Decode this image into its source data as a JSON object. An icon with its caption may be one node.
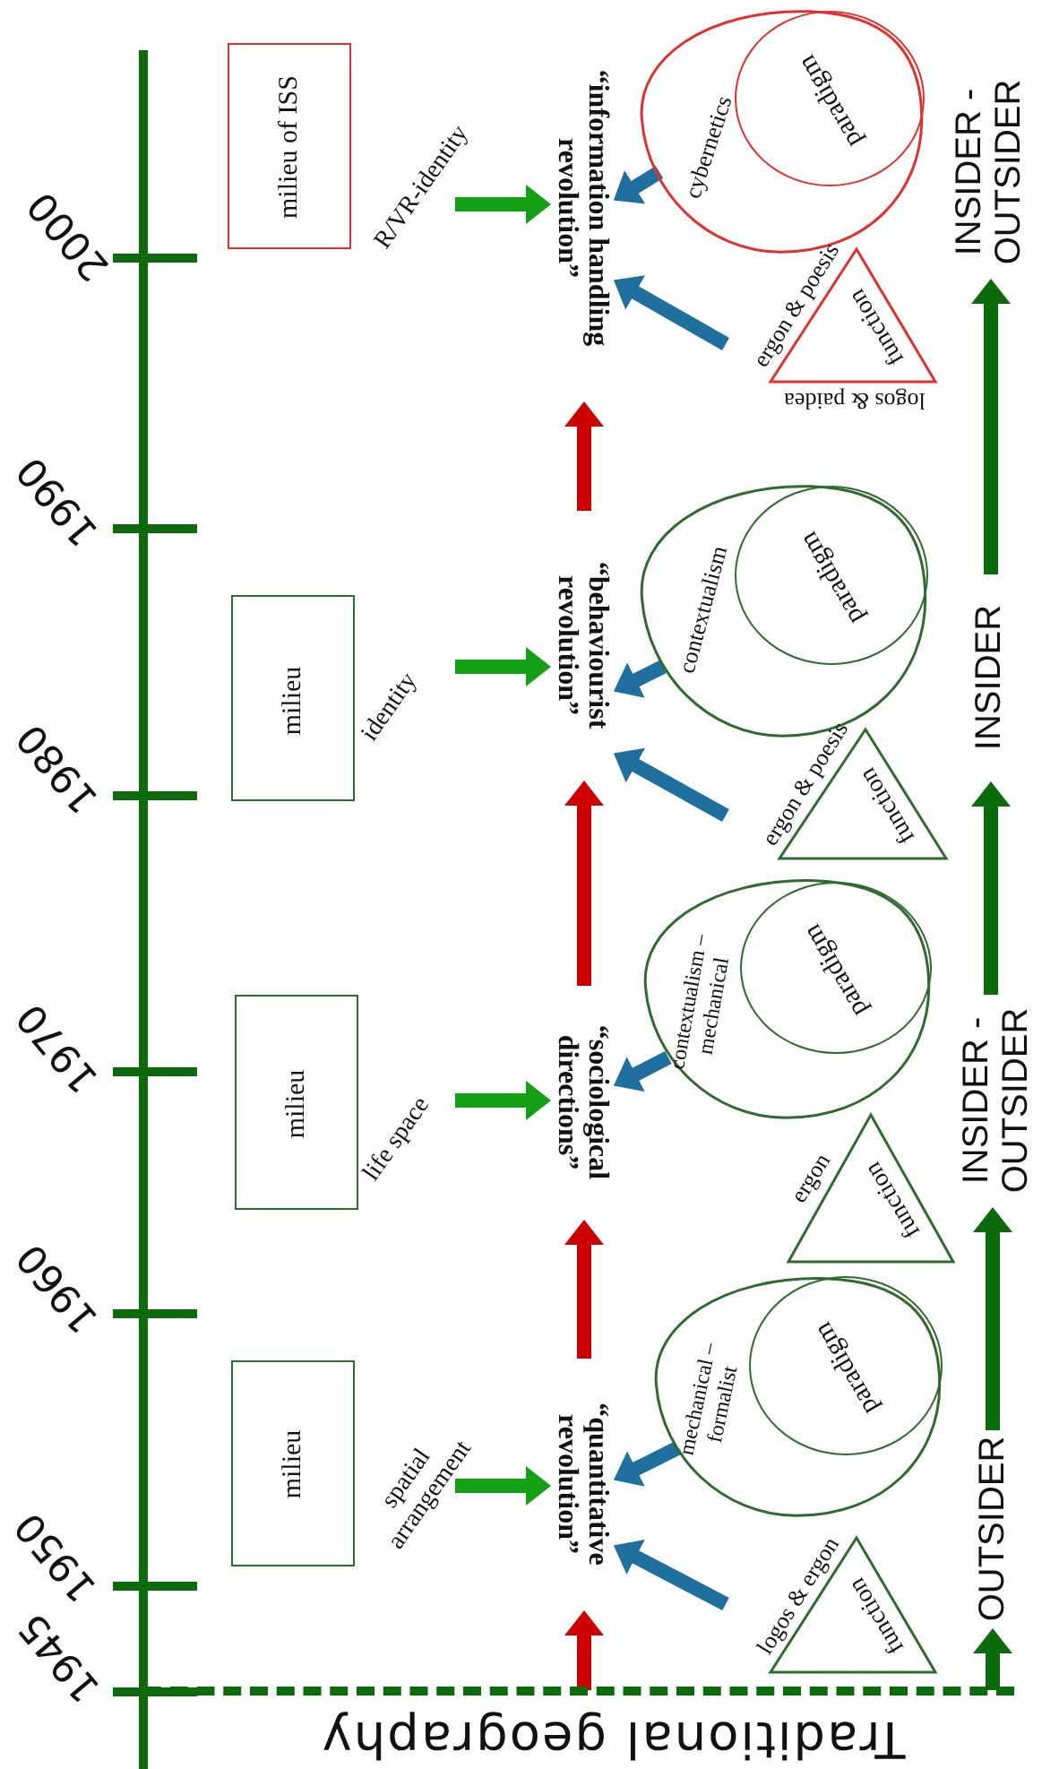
{
  "diagram": {
    "nodes": [
      {
        "text": [
          "milieu of ISS"
        ],
        "beside": [
          "R/VR-identity"
        ]
      },
      {
        "text": [
          "milieu"
        ],
        "beside": [
          "identity"
        ]
      },
      {
        "text": [
          "milieu"
        ],
        "beside": [
          "life space"
        ]
      },
      {
        "text": [
          "milieu"
        ],
        "beside": [
          "spatial arrangement"
        ]
      },
      {
        "text": [
          "“information handling revolution”"
        ]
      },
      {
        "text": [
          "“behaviourist revolution”"
        ]
      },
      {
        "text": [
          "“sociological directions”"
        ]
      },
      {
        "text": [
          "“quantitative revolution”"
        ]
      },
      {
        "text": [
          "cybernetics"
        ]
      },
      {
        "text": [
          "paradigm"
        ],
        "in": 8
      },
      {
        "text": [
          "function"
        ],
        "beside": [
          "ergon & poesis",
          "logos & paidea"
        ]
      },
      {
        "text": [
          "contextualism"
        ]
      },
      {
        "text": [
          "paradigm"
        ],
        "in": 11
      },
      {
        "text": [
          "function"
        ],
        "beside": [
          "ergon & poesis"
        ]
      },
      {
        "text": [
          "contextualism – mechanical"
        ]
      },
      {
        "text": [
          "paradigm"
        ],
        "in": 14
      },
      {
        "text": [
          "function"
        ],
        "beside": [
          "ergon"
        ]
      },
      {
        "text": [
          "mechanical – formalist"
        ]
      },
      {
        "text": [
          "paradigm"
        ],
        "in": 17
      },
      {
        "text": [
          "function"
        ],
        "beside": [
          "logos & ergon"
        ]
      },
      {
        "text": [
          "INSIDER - OUTSIDER"
        ]
      },
      {
        "text": [
          "INSIDER"
        ]
      },
      {
        "text": [
          "INSIDER - OUTSIDER"
        ]
      },
      {
        "text": [
          "OUTSIDER"
        ]
      },
      {
        "text": [
          "Traditional geography"
        ]
      }
    ],
    "edges": [
      {
        "from": 0,
        "to": 4,
        "arrow": "to",
        "color": "#14a014"
      },
      {
        "from": 1,
        "to": 5,
        "arrow": "to",
        "color": "#14a014"
      },
      {
        "from": 2,
        "to": 6,
        "arrow": "to",
        "color": "#14a014"
      },
      {
        "from": 3,
        "to": 7,
        "arrow": "to",
        "color": "#14a014"
      },
      {
        "from": 24,
        "to": 7,
        "arrow": "to",
        "color": "#cc0000"
      },
      {
        "from": 7,
        "to": 6,
        "arrow": "to",
        "color": "#cc0000"
      },
      {
        "from": 6,
        "to": 5,
        "arrow": "to",
        "color": "#cc0000"
      },
      {
        "from": 5,
        "to": 4,
        "arrow": "to",
        "color": "#cc0000"
      },
      {
        "from": 10,
        "to": 4,
        "arrow": "to",
        "color": "#1f6f9f"
      },
      {
        "from": 8,
        "to": 4,
        "arrow": "to",
        "color": "#1f6f9f"
      },
      {
        "from": 13,
        "to": 5,
        "arrow": "to",
        "color": "#1f6f9f"
      },
      {
        "from": 11,
        "to": 5,
        "arrow": "to",
        "color": "#1f6f9f"
      },
      {
        "from": 14,
        "to": 6,
        "arrow": "to",
        "color": "#1f6f9f"
      },
      {
        "from": 17,
        "to": 7,
        "arrow": "to",
        "color": "#1f6f9f"
      },
      {
        "from": 19,
        "to": 7,
        "arrow": "to",
        "color": "#1f6f9f"
      },
      {
        "from": 24,
        "to": 23,
        "arrow": "to",
        "color": "#0b6b0b"
      },
      {
        "from": 23,
        "to": 22,
        "arrow": "to",
        "color": "#0b6b0b"
      },
      {
        "from": 22,
        "to": 21,
        "arrow": "to",
        "color": "#0b6b0b"
      },
      {
        "from": 21,
        "to": 20,
        "arrow": "to",
        "color": "#0b6b0b"
      }
    ],
    "labels": [
      "2000",
      "1990",
      "1980",
      "1970",
      "1960",
      "1950",
      "1945"
    ]
  }
}
